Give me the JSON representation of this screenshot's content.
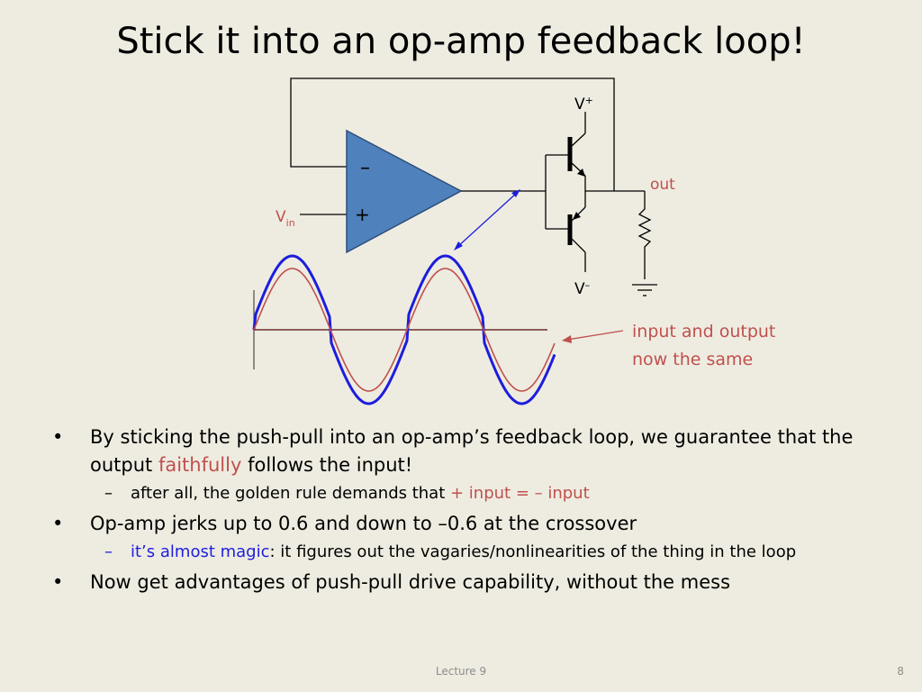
{
  "slide": {
    "title": "Stick it into an op-amp feedback loop!",
    "footer": "Lecture 9",
    "page_number": "8"
  },
  "diagram": {
    "labels": {
      "v_plus": "V",
      "v_plus_sup": "+",
      "v_minus": "V",
      "v_minus_sup": "–",
      "out": "out",
      "vin_main": "V",
      "vin_sub": "in",
      "opamp_minus": "–",
      "opamp_plus": "+",
      "annotation_line1": "input and output",
      "annotation_line2": "now the same"
    },
    "colors": {
      "opamp_fill": "#4f81bd",
      "input_wave": "#c0504d",
      "output_wave": "#1d1ddd",
      "label_red": "#c0504d"
    }
  },
  "bullets": [
    {
      "text_a": "By sticking the push-pull into an op-amp’s feedback loop, we guarantee that the output ",
      "highlight": "faithfully",
      "text_b": " follows the input!",
      "sub": {
        "text_a": "after all, the golden rule demands that ",
        "highlight": "+ input = – input"
      }
    },
    {
      "text_a": "Op-amp jerks up to 0.6 and down to –0.6 at the crossover",
      "sub": {
        "highlight": "it’s almost magic",
        "text_b": ": it figures out the vagaries/nonlinearities of the thing in the loop"
      }
    },
    {
      "text_a": "Now get advantages of push-pull drive capability, without the mess"
    }
  ]
}
